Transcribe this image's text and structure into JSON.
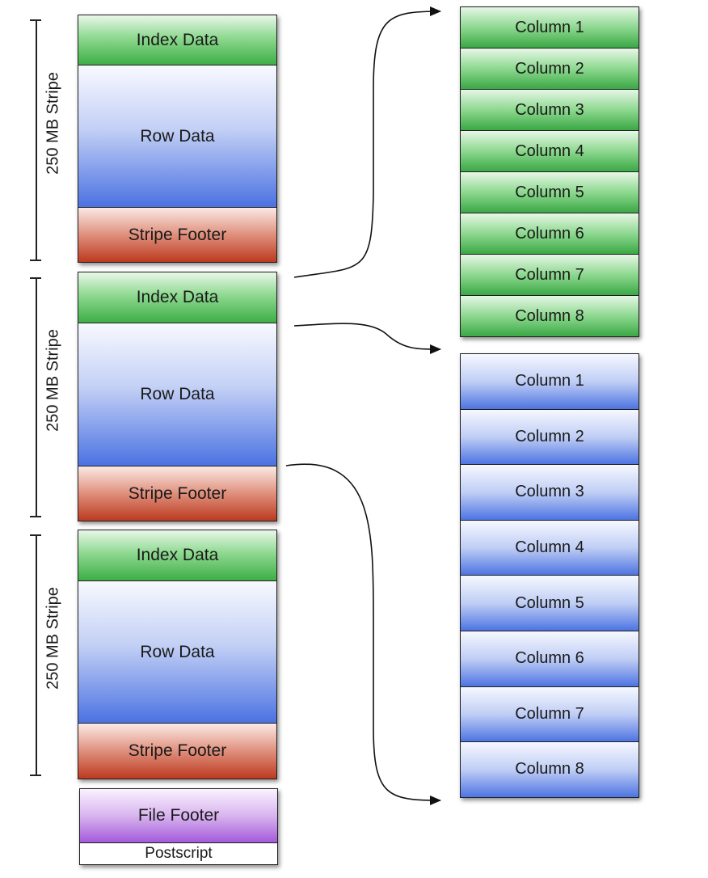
{
  "stripes": [
    {
      "bracket_label": "250 MB Stripe",
      "index_label": "Index Data",
      "row_label": "Row Data",
      "footer_label": "Stripe Footer"
    },
    {
      "bracket_label": "250 MB Stripe",
      "index_label": "Index Data",
      "row_label": "Row Data",
      "footer_label": "Stripe Footer"
    },
    {
      "bracket_label": "250 MB Stripe",
      "index_label": "Index Data",
      "row_label": "Row Data",
      "footer_label": "Stripe Footer"
    }
  ],
  "file_footer_label": "File Footer",
  "postscript_label": "Postscript",
  "index_columns": [
    "Column 1",
    "Column 2",
    "Column 3",
    "Column 4",
    "Column 5",
    "Column 6",
    "Column 7",
    "Column 8"
  ],
  "row_columns": [
    "Column 1",
    "Column 2",
    "Column 3",
    "Column 4",
    "Column 5",
    "Column 6",
    "Column 7",
    "Column 8"
  ],
  "colors": {
    "index_green": "#3dae46",
    "row_blue": "#4b72e2",
    "stripe_footer_red": "#bc3a20",
    "file_footer_purple": "#a35ad9"
  }
}
